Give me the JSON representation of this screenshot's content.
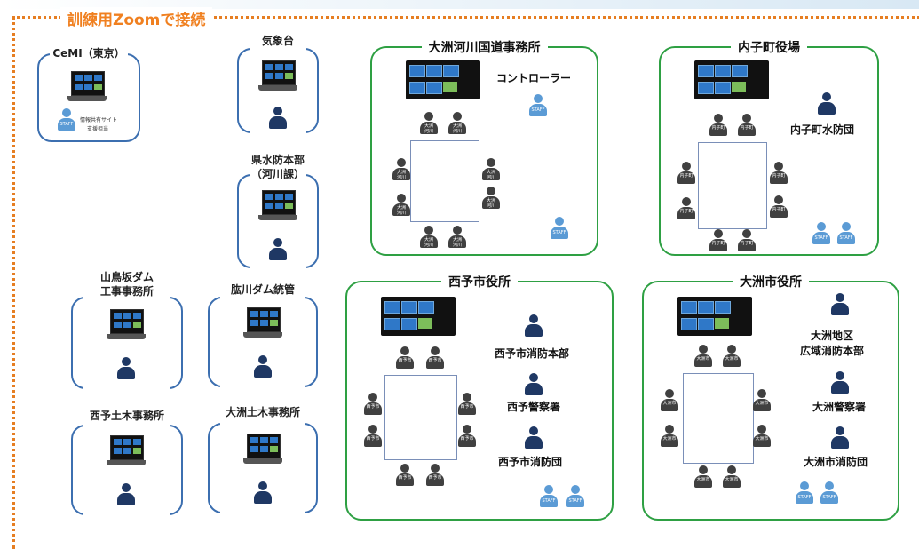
{
  "header": {
    "title": "訓練用Zoomで接続"
  },
  "colors": {
    "frame_dotted": "#e67e22",
    "room_border": "#2ea043",
    "bracket": "#3c6fb0",
    "person_navy": "#1f3864",
    "person_staff": "#5b9bd5",
    "person_gray": "#404040"
  },
  "icons": {
    "laptop": "laptop-icon",
    "person": "person-icon",
    "staff": "staff-person-icon",
    "monitor": "zoom-monitor-icon"
  },
  "nodes": {
    "cemi": {
      "label": "CeMI（東京）",
      "note1": "情報共有サイト",
      "note2": "支援担当",
      "badge": "STAFF"
    },
    "kishodai": {
      "label": "気象台"
    },
    "kensuibo": {
      "label": "県水防本部\n（河川課）"
    },
    "yamatorizaka": {
      "label": "山鳥坂ダム\n工事事務所"
    },
    "hijikawa": {
      "label": "肱川ダム統管"
    },
    "saijo_doboku": {
      "label": "西予土木事務所"
    },
    "ozu_doboku": {
      "label": "大洲土木事務所"
    }
  },
  "rooms": {
    "ozu_kasen": {
      "title": "大洲河川国道事務所",
      "controller": "コントローラー",
      "seat": "大洲\n河川",
      "badge": "STAFF"
    },
    "uchiko": {
      "title": "内子町役場",
      "side1": "内子町水防団",
      "seat": "内子町",
      "badge": "STAFF"
    },
    "seiyo": {
      "title": "西予市役所",
      "side1": "西予市消防本部",
      "side2": "西予警察署",
      "side3": "西予市消防団",
      "seat": "西予市",
      "badge": "STAFF"
    },
    "ozu_city": {
      "title": "大洲市役所",
      "side1": "大洲地区\n広域消防本部",
      "side2": "大洲警察署",
      "side3": "大洲市消防団",
      "seat": "大洲市",
      "badge": "STAFF"
    }
  }
}
